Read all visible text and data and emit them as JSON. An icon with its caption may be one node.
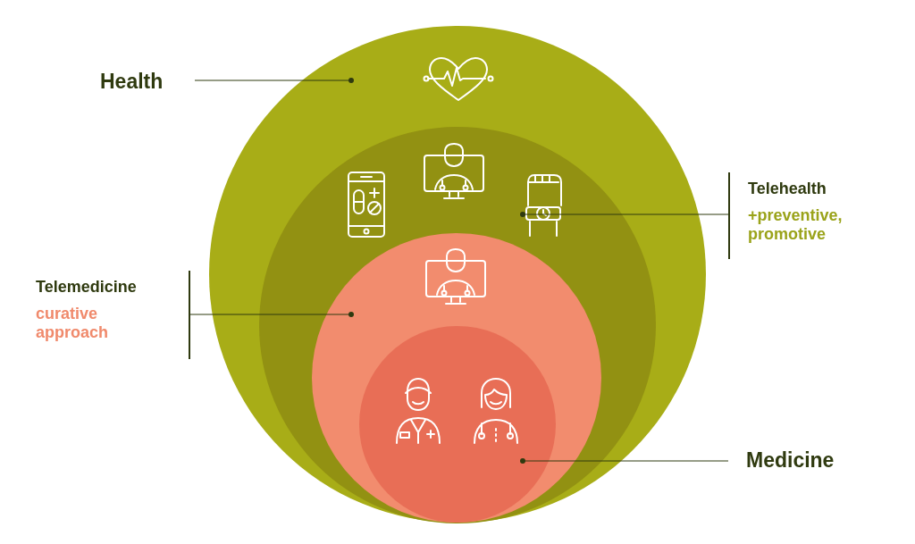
{
  "diagram": {
    "nodes": [
      {
        "text": [
          "Health"
        ]
      },
      {
        "text": [],
        "shape": "circle"
      },
      {
        "text": [
          "Telehealth",
          "+preventive, promotive"
        ]
      },
      {
        "text": [],
        "shape": "circle",
        "in": 1
      },
      {
        "text": [
          "Telemedicine",
          "curative approach"
        ]
      },
      {
        "text": [],
        "shape": "circle",
        "in": 3
      },
      {
        "text": [
          "Medicine"
        ]
      },
      {
        "text": [],
        "shape": "circle",
        "in": 5
      }
    ],
    "edges": [
      {
        "from": 0,
        "to": 1,
        "arrow": "other"
      },
      {
        "from": 2,
        "to": 3,
        "arrow": "other"
      },
      {
        "from": 4,
        "to": 5,
        "arrow": "other"
      },
      {
        "from": 6,
        "to": 7,
        "arrow": "other"
      }
    ]
  }
}
